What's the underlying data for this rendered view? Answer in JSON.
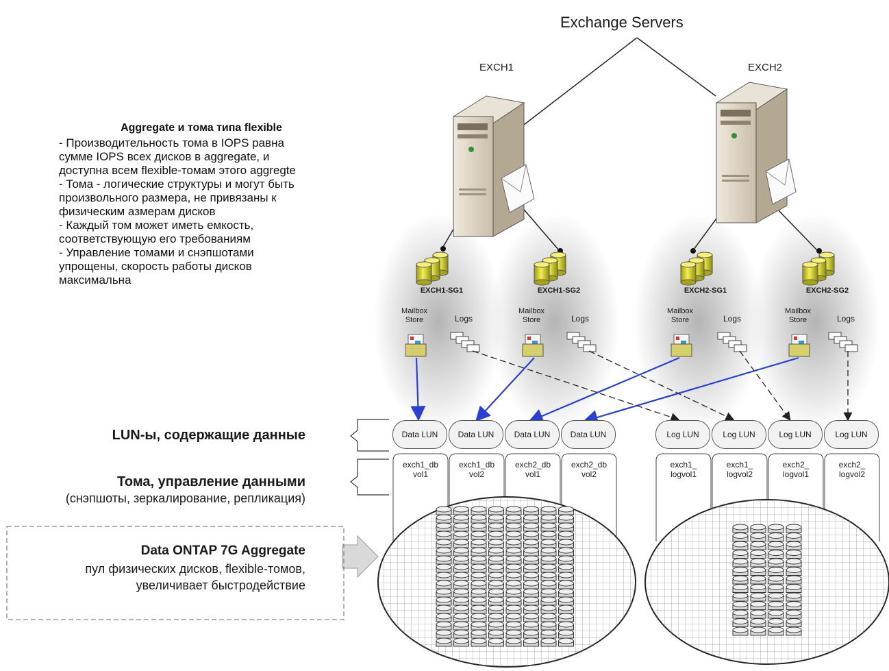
{
  "title": "Exchange Servers",
  "servers": [
    {
      "name": "EXCH1"
    },
    {
      "name": "EXCH2"
    }
  ],
  "storage_groups": [
    {
      "name": "EXCH1-SG1",
      "store_label": "Mailbox\nStore",
      "logs_label": "Logs"
    },
    {
      "name": "EXCH1-SG2",
      "store_label": "Mailbox\nStore",
      "logs_label": "Logs"
    },
    {
      "name": "EXCH2-SG1",
      "store_label": "Mailbox\nStore",
      "logs_label": "Logs"
    },
    {
      "name": "EXCH2-SG2",
      "store_label": "Mailbox\nStore",
      "logs_label": "Logs"
    }
  ],
  "data_luns": [
    "Data LUN",
    "Data LUN",
    "Data LUN",
    "Data LUN"
  ],
  "log_luns": [
    "Log LUN",
    "Log LUN",
    "Log LUN",
    "Log LUN"
  ],
  "data_volumes": [
    {
      "line1": "exch1_db",
      "line2": "vol1"
    },
    {
      "line1": "exch1_db",
      "line2": "vol2"
    },
    {
      "line1": "exch2_db",
      "line2": "vol1"
    },
    {
      "line1": "exch2_db",
      "line2": "vol2"
    }
  ],
  "log_volumes": [
    {
      "line1": "exch1_",
      "line2": "logvol1"
    },
    {
      "line1": "exch1_",
      "line2": "logvol2"
    },
    {
      "line1": "exch2_",
      "line2": "logvol1"
    },
    {
      "line1": "exch2_",
      "line2": "logvol2"
    }
  ],
  "notes": {
    "title": "Aggregate и тома типа flexible",
    "lines": [
      "- Производительность тома в IOPS равна",
      "сумме IOPS всех дисков в aggregate, и",
      "доступна всем flexible-томам этого aggregte",
      "- Тома - логические структуры и могут быть",
      "произвольного размера, не привязаны к",
      "физическим азмерам дисков",
      "- Каждый том может иметь емкость,",
      "соответствующую его требованиям",
      "- Управление томами и снэпшотами",
      "упрощены, скорость работы дисков",
      "максимальна"
    ]
  },
  "sections": {
    "luns": "LUN-ы, содержащие данные",
    "volumes_title": "Тома, управление данными",
    "volumes_sub": "(снэпшоты, зеркалирование, репликация)",
    "aggregate_title": "Data ONTAP 7G Aggregate",
    "aggregate_line1": "пул физических дисков, flexible-томов,",
    "aggregate_line2": "увеличивает быстродействие"
  },
  "colors": {
    "arrow_solid": "#2a3fd6",
    "cylinder_fill": "#e6e23a",
    "server_body": "#d8cfc0",
    "grid_line": "#9a9a9a"
  }
}
